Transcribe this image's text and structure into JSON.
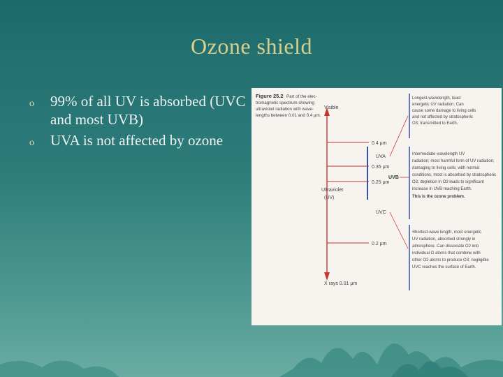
{
  "slide": {
    "title": "Ozone shield",
    "bullets": [
      {
        "marker": "o",
        "text": "99% of all UV is absorbed (UVC and most UVB)"
      },
      {
        "marker": "o",
        "text": "UVA is not affected by ozone"
      }
    ]
  },
  "figure": {
    "caption_title": "Figure 25.2",
    "caption_text": [
      "Part of the elec-",
      "tromagnetic spectrum showing",
      "ultraviolet radiation with wave-",
      "lengths between 0.01 and 0.4 μm."
    ],
    "labels": {
      "visible": "Visible",
      "ultraviolet": [
        "Ultraviolet",
        "(UV)"
      ],
      "xrays": "X rays 0.01 μm",
      "w04": "0.4 μm",
      "w035": "0.35 μm",
      "w025": "0.25 μm",
      "w02": "0.2 μm",
      "uva": "UVA",
      "uvb": "UVB",
      "uvc": "UVC"
    },
    "notes": {
      "uva": [
        "Longest-wavelength, least",
        "energetic UV radiation. Can",
        "cause some damage to living cells",
        "and not affected by stratospheric",
        "O3; transmitted to Earth."
      ],
      "uvb": [
        "Intermediate wavelength UV",
        "radiation; most harmful form of UV radiation;",
        "damaging to living cells; with normal",
        "conditions, most is absorbed by stratospheric",
        "O3; depletion in O3 leads to significant",
        "increase in UVB reaching Earth.",
        "This is the ozone problem."
      ],
      "uvc": [
        "Shortest-wave length, most energetic",
        "UV radiation, absorbed strongly in",
        "atmosphere. Can dissociate O2 into",
        "individual O atoms that combine with",
        "other O2 atoms to produce O3; negligible",
        "UVC reaches the surface of Earth."
      ]
    }
  },
  "colors": {
    "title": "#d9cf8a",
    "text": "#eef3f1",
    "arrow": "#c8352f",
    "uvb_bar": "#3850a8"
  }
}
